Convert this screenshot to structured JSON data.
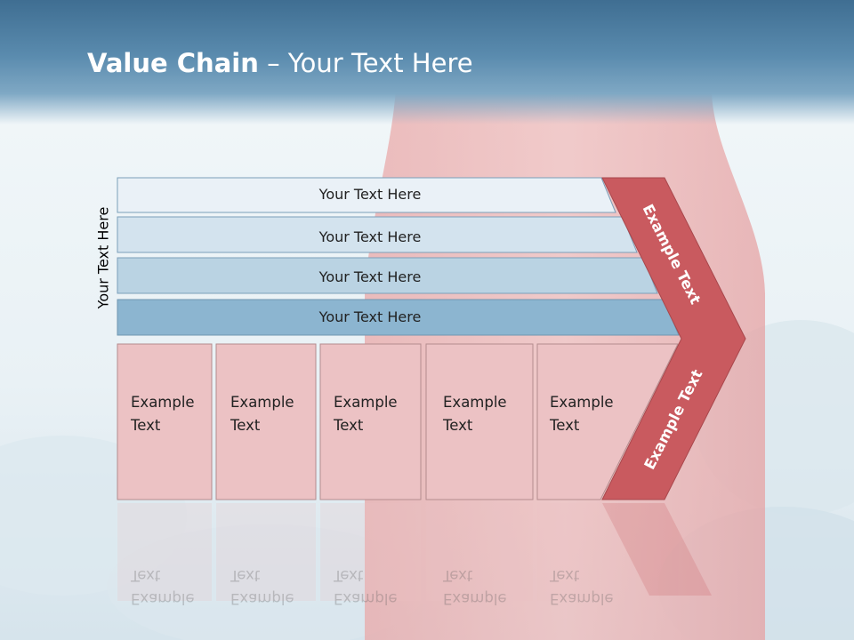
{
  "title": {
    "bold": "Value Chain",
    "rest": " – Your Text Here"
  },
  "side_label": "Your Text Here",
  "bars": [
    {
      "label": "Your Text Here"
    },
    {
      "label": "Your Text Here"
    },
    {
      "label": "Your Text Here"
    },
    {
      "label": "Your Text Here"
    }
  ],
  "boxes": [
    {
      "line1": "Example",
      "line2": "Text"
    },
    {
      "line1": "Example",
      "line2": "Text"
    },
    {
      "line1": "Example",
      "line2": "Text"
    },
    {
      "line1": "Example",
      "line2": "Text"
    },
    {
      "line1": "Example",
      "line2": "Text"
    }
  ],
  "chevron": {
    "upper_label": "Example Text",
    "lower_label": "Example Text"
  },
  "colors": {
    "header": "#4f7fa3",
    "bar_1": "#eaf1f7",
    "bar_2": "#d3e3ee",
    "bar_3": "#bad3e3",
    "bar_4": "#8cb5d0",
    "box_fill": "#ecc2c4",
    "chevron": "#c95a5f"
  }
}
